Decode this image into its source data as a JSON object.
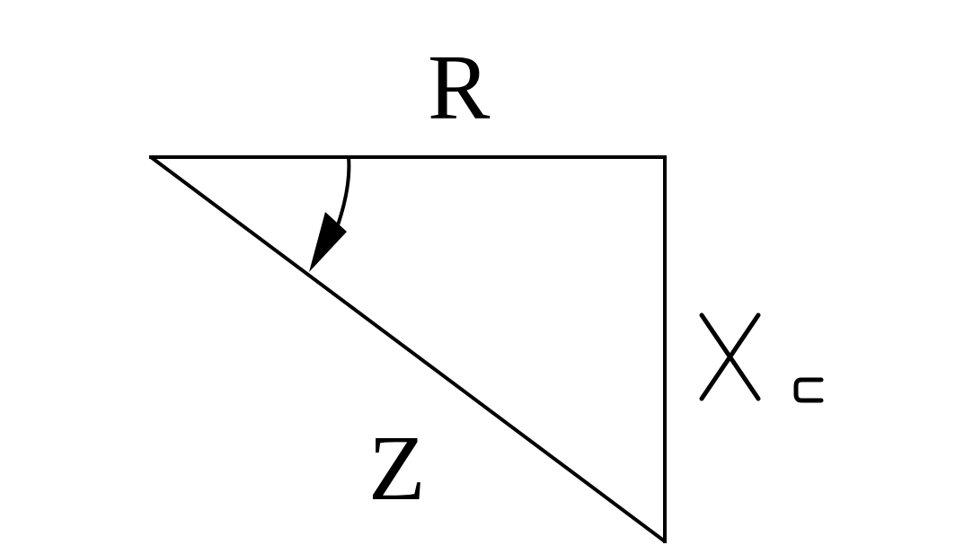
{
  "diagram": {
    "labels": {
      "resistance": "R",
      "impedance": "Z",
      "reactance_main": "X",
      "reactance_subscript": "c"
    },
    "colors": {
      "stroke": "#000000",
      "background": "#ffffff"
    }
  }
}
